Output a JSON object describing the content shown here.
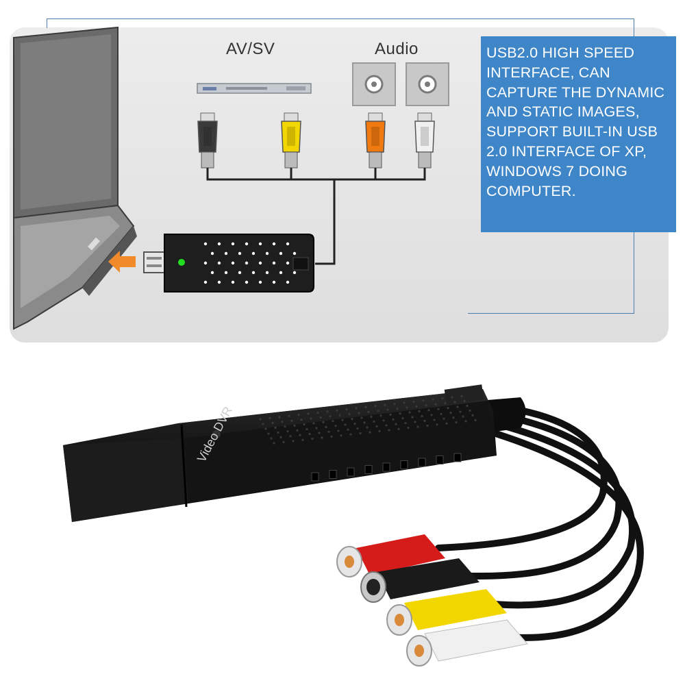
{
  "diagram": {
    "label_avsv": "AV/SV",
    "label_audio": "Audio"
  },
  "callout": {
    "text": "USB2.0 HIGH SPEED INTERFACE, CAN CAPTURE THE DYNAMIC AND STATIC IMAGES, SUPPORT BUILT-IN USB 2.0 INTERFACE OF XP, WINDOWS 7 DOING COMPUTER.",
    "background_color": "#3f86c8"
  },
  "device": {
    "label": "Video DVR"
  },
  "colors": {
    "connector_black": "#3a3a3a",
    "connector_yellow": "#f2d600",
    "connector_orange": "#f07a10",
    "connector_white": "#f0f0f0",
    "connector_red": "#d61b1b",
    "status_led": "#22dd22",
    "arrow": "#f08a2a",
    "frame_line": "#4a7db3"
  }
}
